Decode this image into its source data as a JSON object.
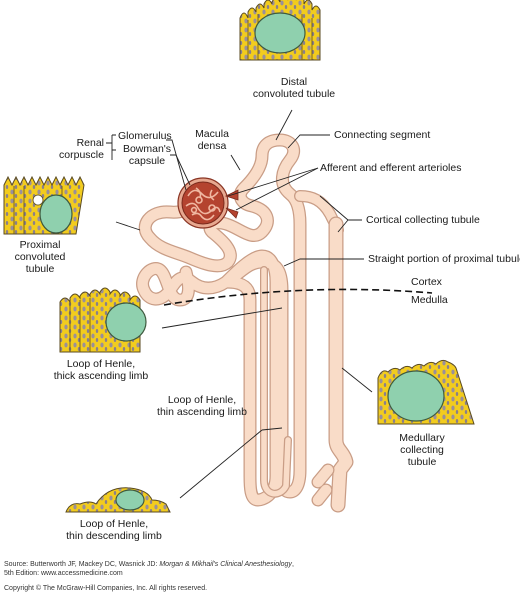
{
  "labels": {
    "distal": [
      "Distal",
      "convoluted tubule"
    ],
    "renal": [
      "Renal",
      "corpuscle"
    ],
    "glomerulus": "Glomerulus",
    "bowmans": [
      "Bowman's",
      "capsule"
    ],
    "macula": [
      "Macula",
      "densa"
    ],
    "connecting": "Connecting segment",
    "arterioles": "Afferent and efferent arterioles",
    "cortical": "Cortical collecting tubule",
    "straight": "Straight portion of proximal tubule",
    "cortex": "Cortex",
    "medulla": "Medulla",
    "proximal": [
      "Proximal",
      "convoluted",
      "tubule"
    ],
    "thick": [
      "Loop of Henle,",
      "thick ascending limb"
    ],
    "thin_asc": [
      "Loop of Henle,",
      "thin ascending limb"
    ],
    "medullary": [
      "Medullary",
      "collecting",
      "tubule"
    ],
    "thin_desc": [
      "Loop of Henle,",
      "thin descending limb"
    ]
  },
  "source": {
    "prefix": "Source: Butterworth JF, Mackey DC, Wasnick JD: ",
    "title": "Morgan & Mikhail's Clinical Anesthesiology",
    "suffix": ",",
    "line2": "5th Edition: www.accessmedicine.com"
  },
  "copyright": "Copyright © The McGraw-Hill Companies, Inc. All rights reserved.",
  "colors": {
    "tubule_fill": "#f9dcc8",
    "tubule_stroke": "#c99d86",
    "cell_fill": "#f2cc1e",
    "nucleus_fill": "#8fd0ae",
    "glomerulus_fill": "#b4432f"
  }
}
